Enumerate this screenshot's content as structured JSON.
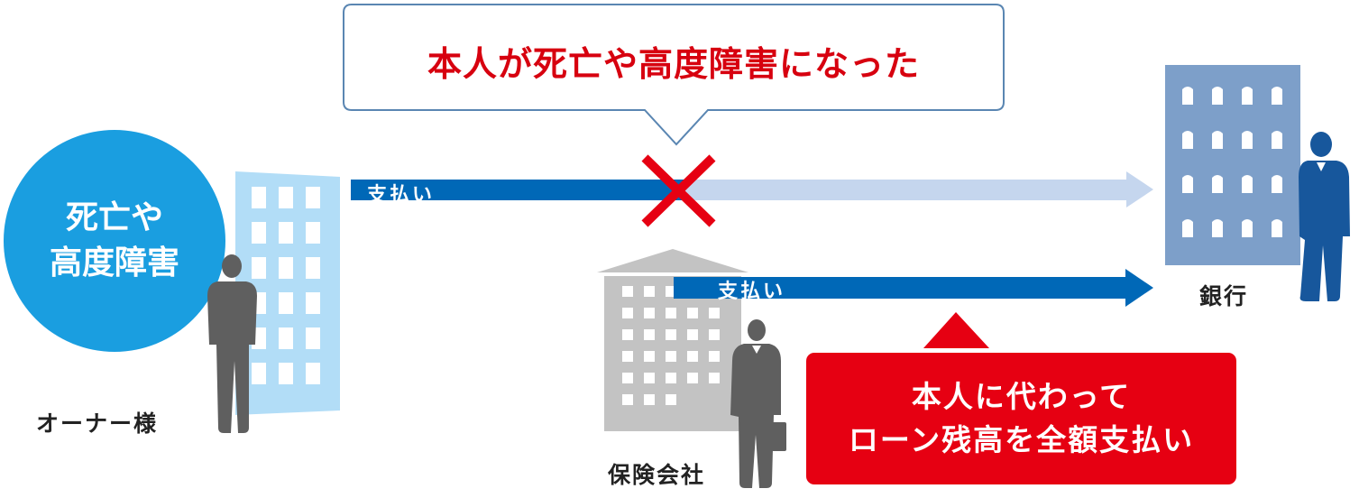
{
  "callout": {
    "text": "本人が死亡や高度障害になった"
  },
  "owner": {
    "circle_line1": "死亡や",
    "circle_line2": "高度障害",
    "label": "オーナー様"
  },
  "arrow_top": {
    "label": "支払い"
  },
  "arrow_bottom": {
    "label": "支払い"
  },
  "bank": {
    "label": "銀行"
  },
  "insurer": {
    "label": "保険会社"
  },
  "result": {
    "line1": "本人に代わって",
    "line2": "ローン残高を全額支払い"
  },
  "colors": {
    "accent_red": "#e60012",
    "callout_red": "#d7000f",
    "arrow_blue": "#0068b7",
    "arrow_light": "#c5d6ee",
    "circle_blue": "#1a9ee0",
    "building_light": "#b2ddf7",
    "bank_blue": "#7d9fc9",
    "person_blue": "#17579c",
    "gray_building": "#c3c3c3",
    "gray_person": "#5f5f5f"
  },
  "icons": [
    "speech-bubble",
    "cross-mark",
    "owner-person-icon",
    "owner-building-icon",
    "bank-building-icon",
    "bank-person-icon",
    "insurance-building-icon",
    "insurance-person-icon",
    "briefcase-icon",
    "triangle-pointer"
  ]
}
